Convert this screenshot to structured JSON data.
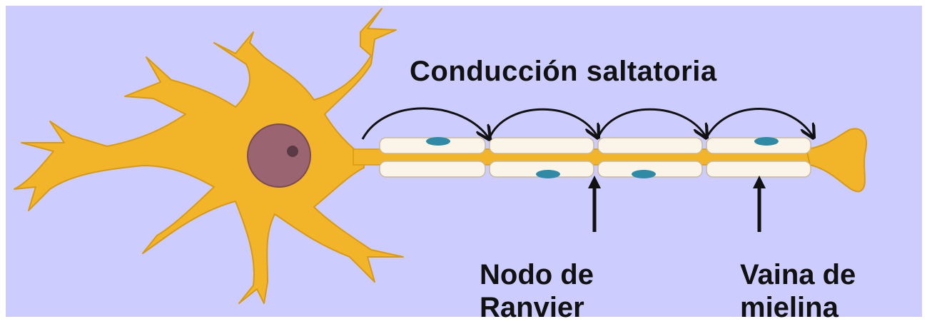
{
  "labels": {
    "title": "Conducción saltatoria",
    "node": "Nodo de\nRanvier",
    "sheath": "Vaina de\nmielina"
  },
  "colors": {
    "background": "#ccccff",
    "neuron": "#f2b52a",
    "neuron_outline": "#d99a10",
    "nucleus": "#9a6470",
    "myelin": "#fbf4e8",
    "schwann_nucleus": "#2f8aa5",
    "text": "#111111"
  }
}
